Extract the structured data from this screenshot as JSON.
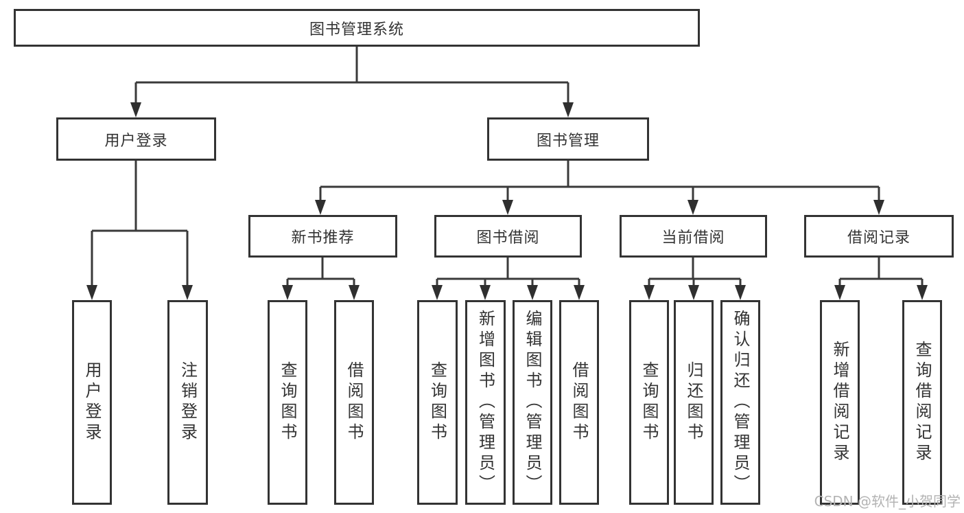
{
  "diagram": {
    "root": {
      "label": "图书管理系统"
    },
    "level2": [
      {
        "label": "用户登录"
      },
      {
        "label": "图书管理"
      }
    ],
    "level3": [
      {
        "label": "新书推荐"
      },
      {
        "label": "图书借阅"
      },
      {
        "label": "当前借阅"
      },
      {
        "label": "借阅记录"
      }
    ],
    "leaves": {
      "user_login": [
        "用户登录",
        "注销登录"
      ],
      "new_book_recommend": [
        "查询图书",
        "借阅图书"
      ],
      "book_borrow": [
        "查询图书",
        "新增图书（管理员）",
        "编辑图书（管理员）",
        "借阅图书"
      ],
      "current_borrow": [
        "查询图书",
        "归还图书",
        "确认归还（管理员）"
      ],
      "borrow_record": [
        "新增借阅记录",
        "查询借阅记录"
      ]
    },
    "watermark": "CSDN @软件_小贺同学",
    "colors": {
      "line": "#3a3a3a",
      "text": "#333333",
      "watermark": "#b3b3b3",
      "background": "#ffffff"
    }
  }
}
